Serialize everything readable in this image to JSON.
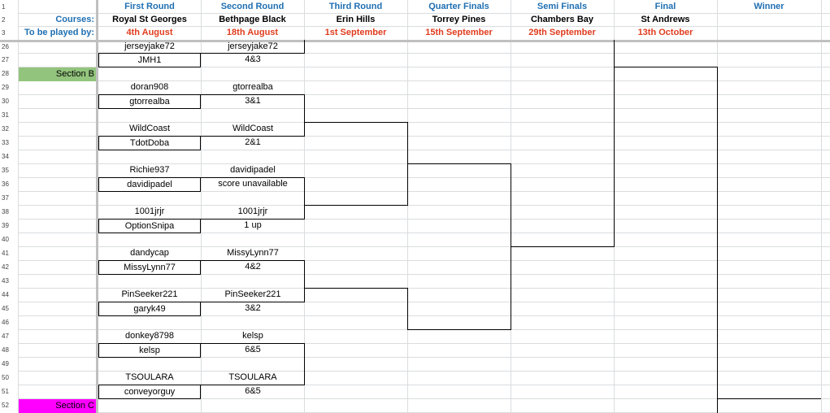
{
  "header": {
    "rounds": [
      "First Round",
      "Second Round",
      "Third Round",
      "Quarter Finals",
      "Semi Finals",
      "Final",
      "Winner"
    ],
    "courses_label": "Courses:",
    "courses": [
      "Royal St Georges",
      "Bethpage Black",
      "Erin Hills",
      "Torrey Pines",
      "Chambers Bay",
      "St Andrews"
    ],
    "dates_label": "To be played by:",
    "dates": [
      "4th August",
      "18th August",
      "1st September",
      "15th September",
      "29th September",
      "13th October"
    ]
  },
  "row_numbers": [
    "1",
    "2",
    "3",
    "26",
    "27",
    "28",
    "29",
    "30",
    "31",
    "32",
    "33",
    "34",
    "35",
    "36",
    "37",
    "38",
    "39",
    "40",
    "41",
    "42",
    "43",
    "44",
    "45",
    "46",
    "47",
    "48",
    "49",
    "50",
    "51",
    "52"
  ],
  "sections": {
    "b": {
      "label": "Section B",
      "color": "#93c47d"
    },
    "c": {
      "label": "Section C",
      "color": "#ff00ff"
    }
  },
  "first_round": [
    "jerseyjake72",
    "JMH1",
    "doran908",
    "gtorrealba",
    "WildCoast",
    "TdotDoba",
    "Richie937",
    "davidipadel",
    "1001jrjr",
    "OptionSnipa",
    "dandycap",
    "MissyLynn77",
    "PinSeeker221",
    "garyk49",
    "donkey8798",
    "kelsp",
    "TSOULARA",
    "conveyorguy"
  ],
  "second_round": [
    {
      "winner": "jerseyjake72",
      "score": "4&3"
    },
    {
      "winner": "gtorrealba",
      "score": "3&1"
    },
    {
      "winner": "WildCoast",
      "score": "2&1"
    },
    {
      "winner": "davidipadel",
      "score": "score unavailable"
    },
    {
      "winner": "1001jrjr",
      "score": "1 up"
    },
    {
      "winner": "MissyLynn77",
      "score": "4&2"
    },
    {
      "winner": "PinSeeker221",
      "score": "3&2"
    },
    {
      "winner": "kelsp",
      "score": "6&5"
    },
    {
      "winner": "TSOULARA",
      "score": "6&5"
    }
  ]
}
